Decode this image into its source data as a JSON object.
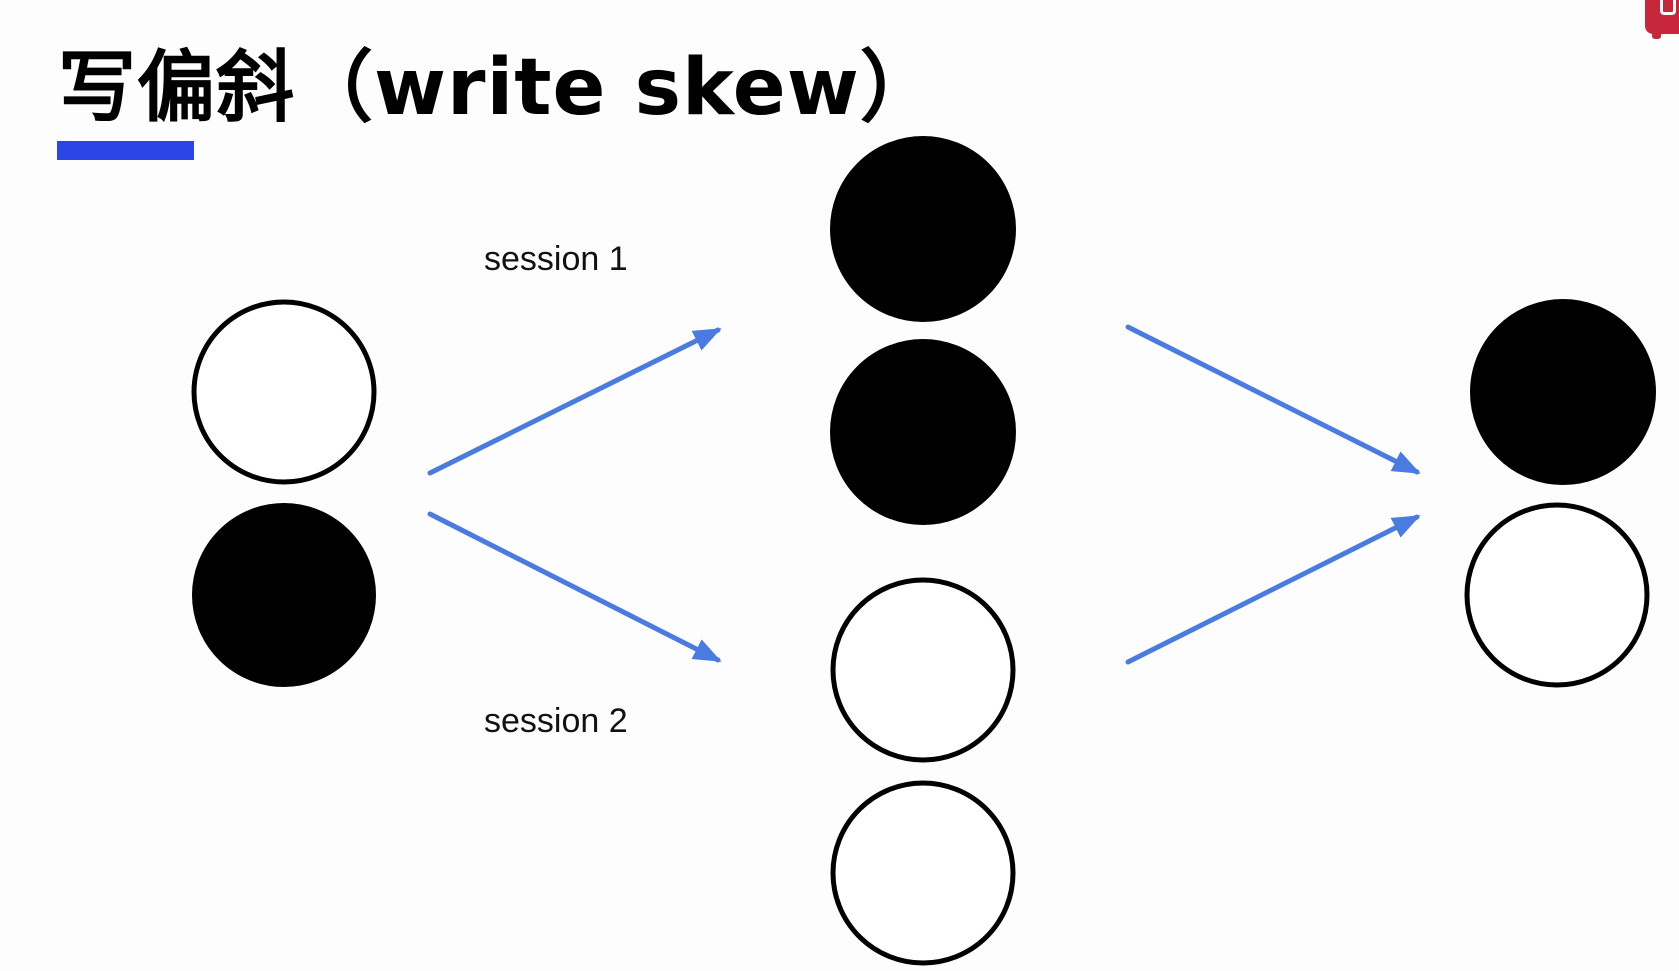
{
  "slide": {
    "title": "写偏斜（write skew）",
    "accent_color": "#2b45e6",
    "arrow_color": "#4a7be0",
    "session_labels": [
      "session 1",
      "session 2"
    ],
    "initial_state": [
      "white",
      "black"
    ],
    "session1_state": [
      "black",
      "black"
    ],
    "session2_state": [
      "white",
      "white"
    ],
    "final_state": [
      "black",
      "white"
    ],
    "corner_badge_color": "#c8263a",
    "corner_badge_icon": "logo-icon"
  }
}
